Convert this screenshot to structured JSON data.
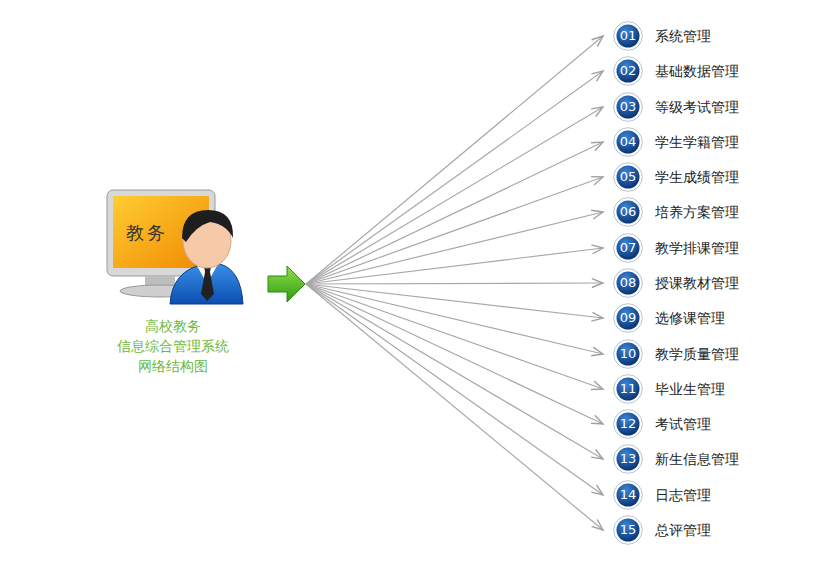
{
  "diagram": {
    "nodes": [
      {
        "text": [
          "教务",
          "高校教务 信息综合管理系统 网络结构图"
        ]
      },
      {
        "text": [
          "01",
          "系统管理"
        ]
      },
      {
        "text": [
          "02",
          "基础数据管理"
        ]
      },
      {
        "text": [
          "03",
          "等级考试管理"
        ]
      },
      {
        "text": [
          "04",
          "学生学籍管理"
        ]
      },
      {
        "text": [
          "05",
          "学生成绩管理"
        ]
      },
      {
        "text": [
          "06",
          "培养方案管理"
        ]
      },
      {
        "text": [
          "07",
          "教学排课管理"
        ]
      },
      {
        "text": [
          "08",
          "授课教材管理"
        ]
      },
      {
        "text": [
          "09",
          "选修课管理"
        ]
      },
      {
        "text": [
          "10",
          "教学质量管理"
        ]
      },
      {
        "text": [
          "11",
          "毕业生管理"
        ]
      },
      {
        "text": [
          "12",
          "考试管理"
        ]
      },
      {
        "text": [
          "13",
          "新生信息管理"
        ]
      },
      {
        "text": [
          "14",
          "日志管理"
        ]
      },
      {
        "text": [
          "15",
          "总评管理"
        ]
      }
    ],
    "edges": [
      {
        "from": 0,
        "to": 1,
        "arrow": "to"
      },
      {
        "from": 0,
        "to": 2,
        "arrow": "to"
      },
      {
        "from": 0,
        "to": 3,
        "arrow": "to"
      },
      {
        "from": 0,
        "to": 4,
        "arrow": "to"
      },
      {
        "from": 0,
        "to": 5,
        "arrow": "to"
      },
      {
        "from": 0,
        "to": 6,
        "arrow": "to"
      },
      {
        "from": 0,
        "to": 7,
        "arrow": "to"
      },
      {
        "from": 0,
        "to": 8,
        "arrow": "to"
      },
      {
        "from": 0,
        "to": 9,
        "arrow": "to"
      },
      {
        "from": 0,
        "to": 10,
        "arrow": "to"
      },
      {
        "from": 0,
        "to": 11,
        "arrow": "to"
      },
      {
        "from": 0,
        "to": 12,
        "arrow": "to"
      },
      {
        "from": 0,
        "to": 13,
        "arrow": "to"
      },
      {
        "from": 0,
        "to": 14,
        "arrow": "to"
      },
      {
        "from": 0,
        "to": 15,
        "arrow": "to"
      }
    ]
  }
}
